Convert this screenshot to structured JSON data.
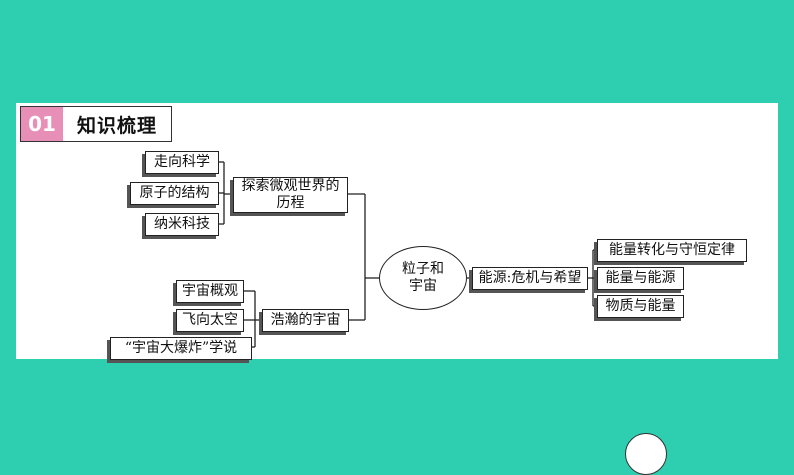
{
  "header": {
    "number": "01",
    "title": "知识梳理"
  },
  "center": {
    "line1": "粒子和",
    "line2": "宇宙"
  },
  "branches": {
    "micro": {
      "line1": "探索微观世界的",
      "line2": "历程",
      "items": [
        "走向科学",
        "原子的结构",
        "纳米科技"
      ]
    },
    "cosmos": {
      "label": "浩瀚的宇宙",
      "items": [
        "宇宙概观",
        "飞向太空",
        "“宇宙大爆炸”学说"
      ]
    },
    "energy": {
      "label": "能源:危机与希望",
      "items": [
        "能量转化与守恒定律",
        "能量与能源",
        "物质与能量"
      ]
    }
  },
  "colors": {
    "background": "#2ecfb1",
    "header_badge": "#e88fb8",
    "panel": "#ffffff"
  }
}
